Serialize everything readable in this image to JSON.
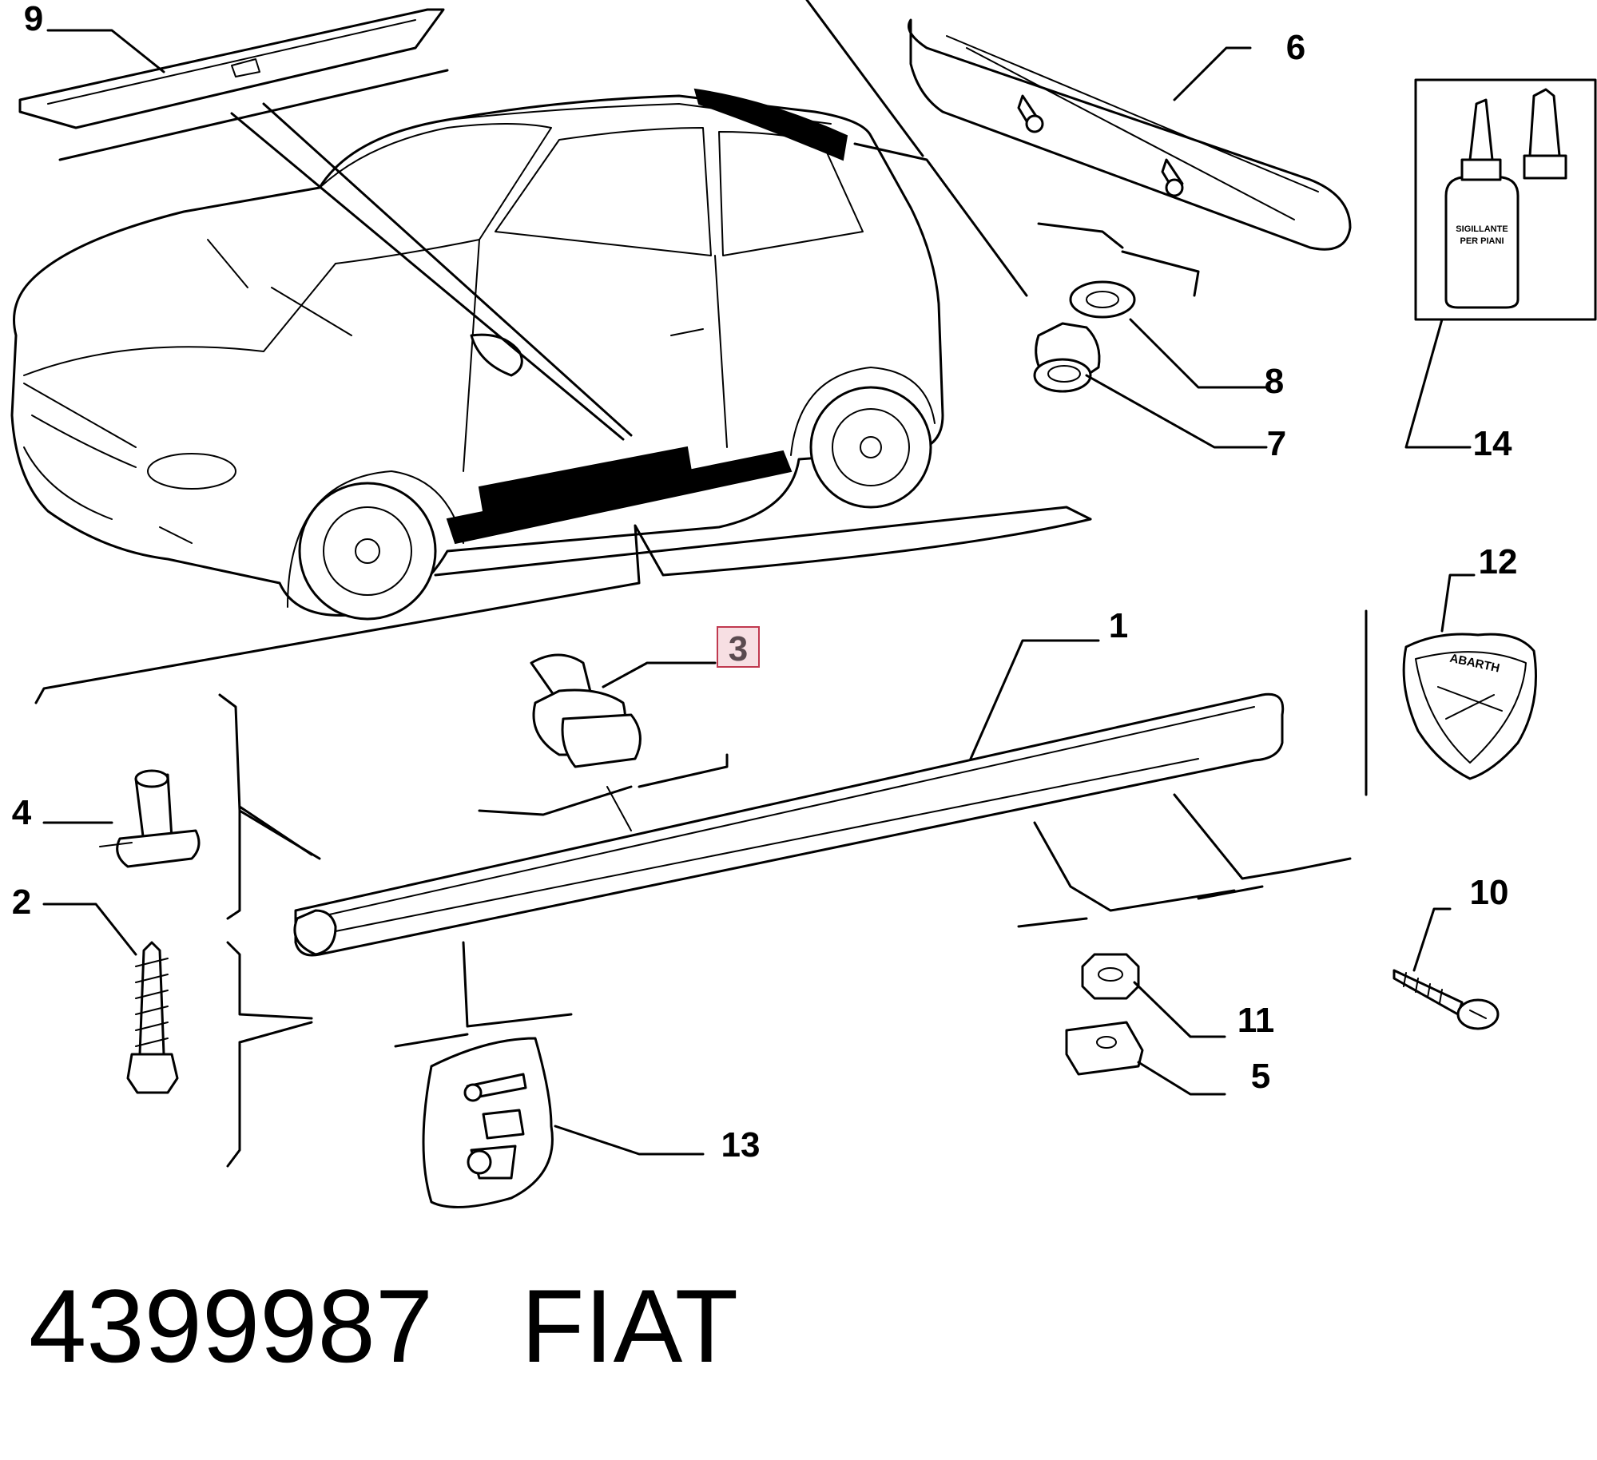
{
  "diagram": {
    "callouts": [
      {
        "id": "1",
        "label": "1",
        "highlighted": false
      },
      {
        "id": "2",
        "label": "2",
        "highlighted": false
      },
      {
        "id": "3",
        "label": "3",
        "highlighted": true
      },
      {
        "id": "4",
        "label": "4",
        "highlighted": false
      },
      {
        "id": "5",
        "label": "5",
        "highlighted": false
      },
      {
        "id": "6",
        "label": "6",
        "highlighted": false
      },
      {
        "id": "7",
        "label": "7",
        "highlighted": false
      },
      {
        "id": "8",
        "label": "8",
        "highlighted": false
      },
      {
        "id": "9",
        "label": "9",
        "highlighted": false
      },
      {
        "id": "10",
        "label": "10",
        "highlighted": false
      },
      {
        "id": "11",
        "label": "11",
        "highlighted": false
      },
      {
        "id": "12",
        "label": "12",
        "highlighted": false
      },
      {
        "id": "13",
        "label": "13",
        "highlighted": false
      },
      {
        "id": "14",
        "label": "14",
        "highlighted": false
      }
    ],
    "sealant_label_line1": "SIGILLANTE",
    "sealant_label_line2": "PER PIANI",
    "emblem_text": "ABARTH",
    "highlight_colors": {
      "fill": "#f7dfe3",
      "border": "#c0394f"
    }
  },
  "footer": {
    "part_number": "4399987",
    "brand": "FIAT"
  }
}
